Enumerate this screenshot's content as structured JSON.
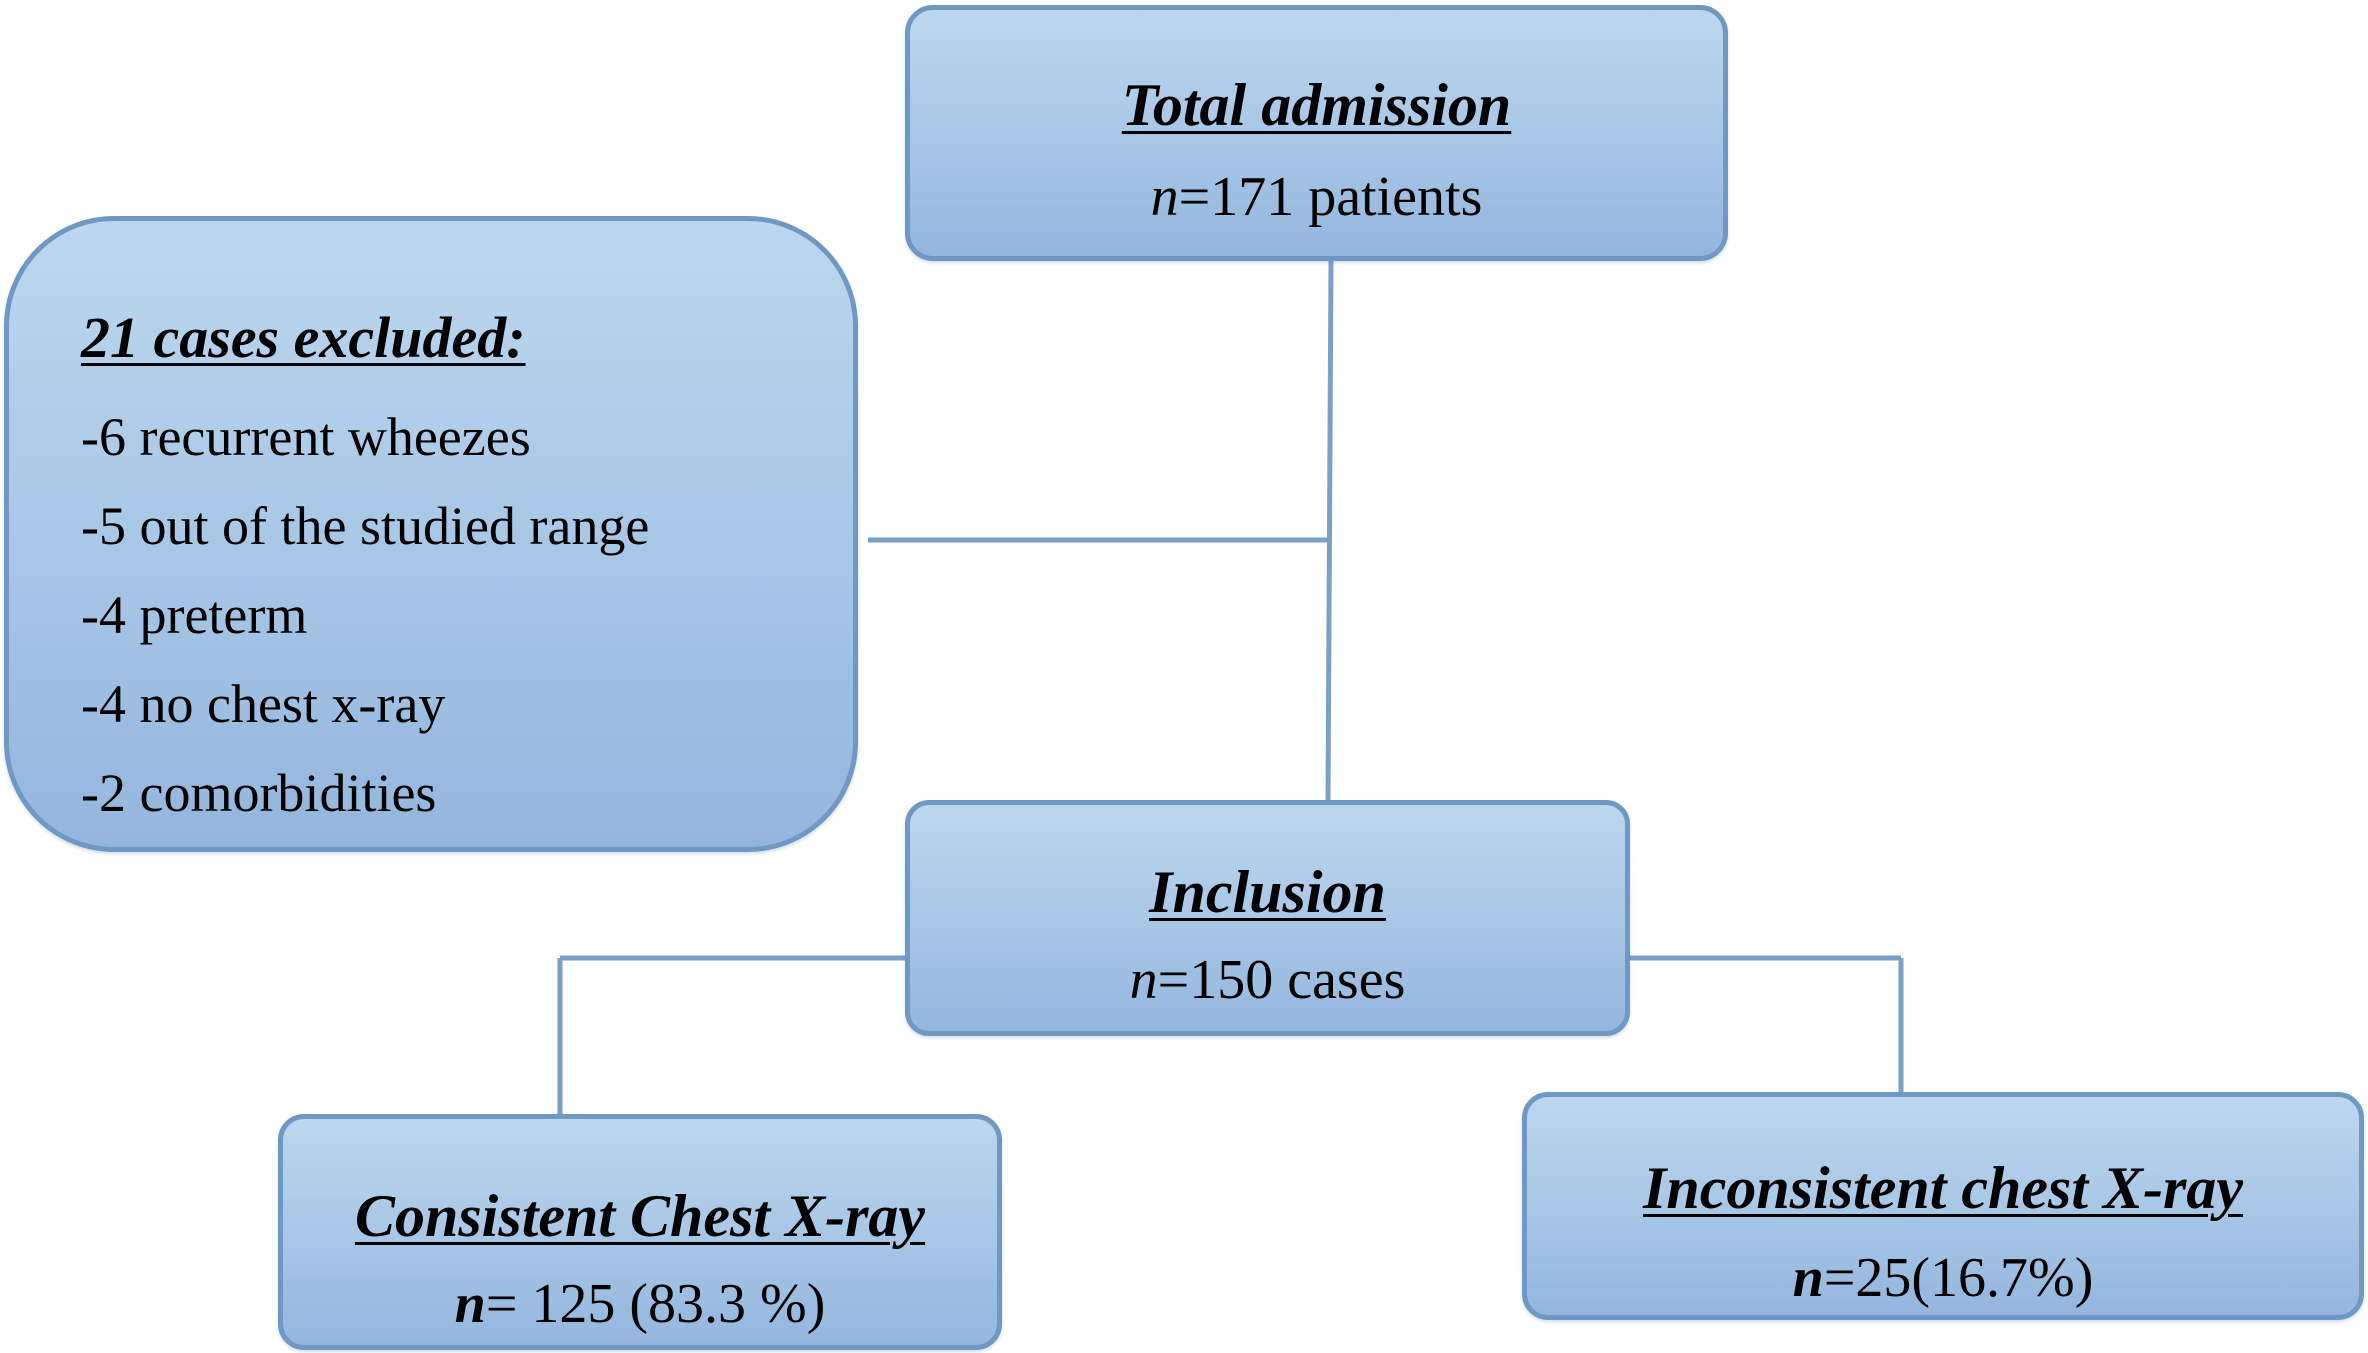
{
  "total": {
    "title": "Total admission",
    "n_label": "n",
    "count_text": "=171  patients"
  },
  "excluded": {
    "title": "21  cases excluded:",
    "items": [
      "-6  recurrent wheezes",
      "-5  out of the studied range",
      "-4  preterm",
      "-4  no chest x-ray",
      "-2  comorbidities"
    ]
  },
  "inclusion": {
    "title": "Inclusion",
    "n_label": "n",
    "count_text": "=150  cases"
  },
  "consistent": {
    "title": "Consistent Chest X-ray",
    "n_label": "n",
    "count_text": "= 125 (83.3  %)"
  },
  "inconsistent": {
    "title": "Inconsistent chest X-ray",
    "n_label": "n",
    "count_text": "=25(16.7%)"
  },
  "colors": {
    "box_fill_top": "#bcd7ee",
    "box_fill_bottom": "#94b6de",
    "box_border": "#6f98c4",
    "connector": "#7aa0c8"
  }
}
